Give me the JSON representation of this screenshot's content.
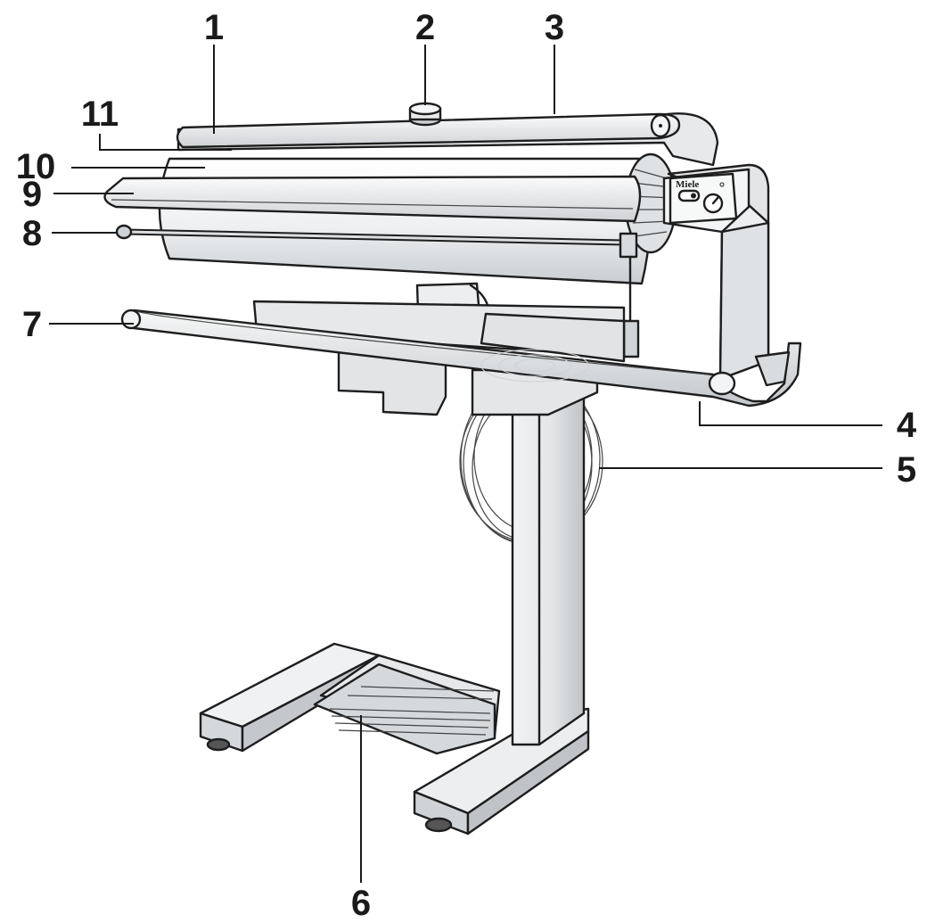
{
  "colors": {
    "outline": "#1e1e1e",
    "surface_light": "#f3f4f5",
    "surface_mid": "#d9dcdf",
    "surface_dark": "#b7bbc0",
    "background": "#ffffff"
  },
  "brand": {
    "logo_text": "Miele"
  },
  "callouts": [
    {
      "id": "1",
      "label": "1"
    },
    {
      "id": "2",
      "label": "2"
    },
    {
      "id": "3",
      "label": "3"
    },
    {
      "id": "4",
      "label": "4"
    },
    {
      "id": "5",
      "label": "5"
    },
    {
      "id": "6",
      "label": "6"
    },
    {
      "id": "7",
      "label": "7"
    },
    {
      "id": "8",
      "label": "8"
    },
    {
      "id": "9",
      "label": "9"
    },
    {
      "id": "10",
      "label": "10"
    },
    {
      "id": "11",
      "label": "11"
    }
  ]
}
